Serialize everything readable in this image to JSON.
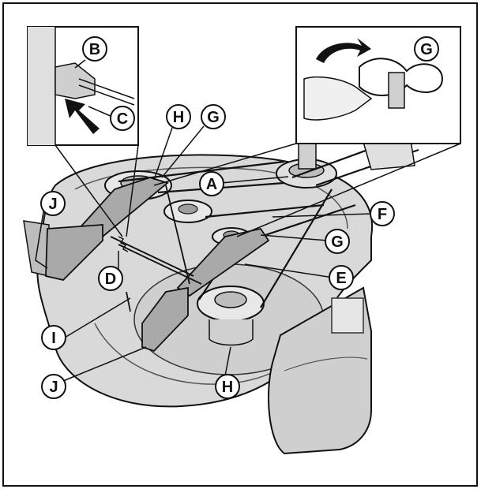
{
  "figure": {
    "callouts": [
      {
        "id": "A",
        "label": "A"
      },
      {
        "id": "B",
        "label": "B"
      },
      {
        "id": "C",
        "label": "C"
      },
      {
        "id": "D",
        "label": "D"
      },
      {
        "id": "E",
        "label": "E"
      },
      {
        "id": "F",
        "label": "F"
      },
      {
        "id": "G1",
        "label": "G"
      },
      {
        "id": "G2",
        "label": "G"
      },
      {
        "id": "G3",
        "label": "G"
      },
      {
        "id": "H1",
        "label": "H"
      },
      {
        "id": "H2",
        "label": "H"
      },
      {
        "id": "I",
        "label": "I"
      },
      {
        "id": "J1",
        "label": "J"
      },
      {
        "id": "J2",
        "label": "J"
      }
    ],
    "colors": {
      "line": "#111111",
      "deck_fill": "#d9d9d9",
      "deck_shade": "#bdbdbd",
      "bracket_fill": "#a9a9a9",
      "callout_fill": "#ffffff"
    }
  }
}
